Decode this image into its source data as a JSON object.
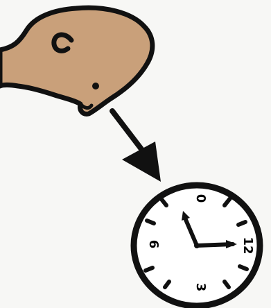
{
  "colors": {
    "background": "#f7f7f5",
    "outline": "#111111",
    "skin": "#c9a07a",
    "clock_face": "#ffffff"
  },
  "icons": [
    "head-profile-icon",
    "arrow-icon",
    "clock-icon"
  ],
  "clock": {
    "numbers": [
      "0",
      "12",
      "3",
      "6"
    ],
    "note": ""
  }
}
